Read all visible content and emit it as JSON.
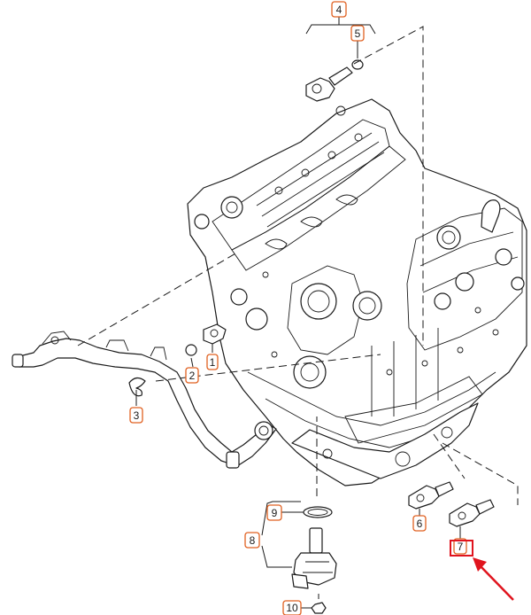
{
  "callouts": [
    {
      "id": "c1",
      "label": "1"
    },
    {
      "id": "c2",
      "label": "2"
    },
    {
      "id": "c3",
      "label": "3"
    },
    {
      "id": "c4",
      "label": "4"
    },
    {
      "id": "c5",
      "label": "5"
    },
    {
      "id": "c6",
      "label": "6"
    },
    {
      "id": "c7",
      "label": "7"
    },
    {
      "id": "c8",
      "label": "8"
    },
    {
      "id": "c9",
      "label": "9"
    },
    {
      "id": "c10",
      "label": "10"
    }
  ],
  "colors": {
    "callout_border": "#e06020",
    "highlight": "#e0141e",
    "line_art": "#1a1a1a"
  },
  "highlighted_part": "7"
}
